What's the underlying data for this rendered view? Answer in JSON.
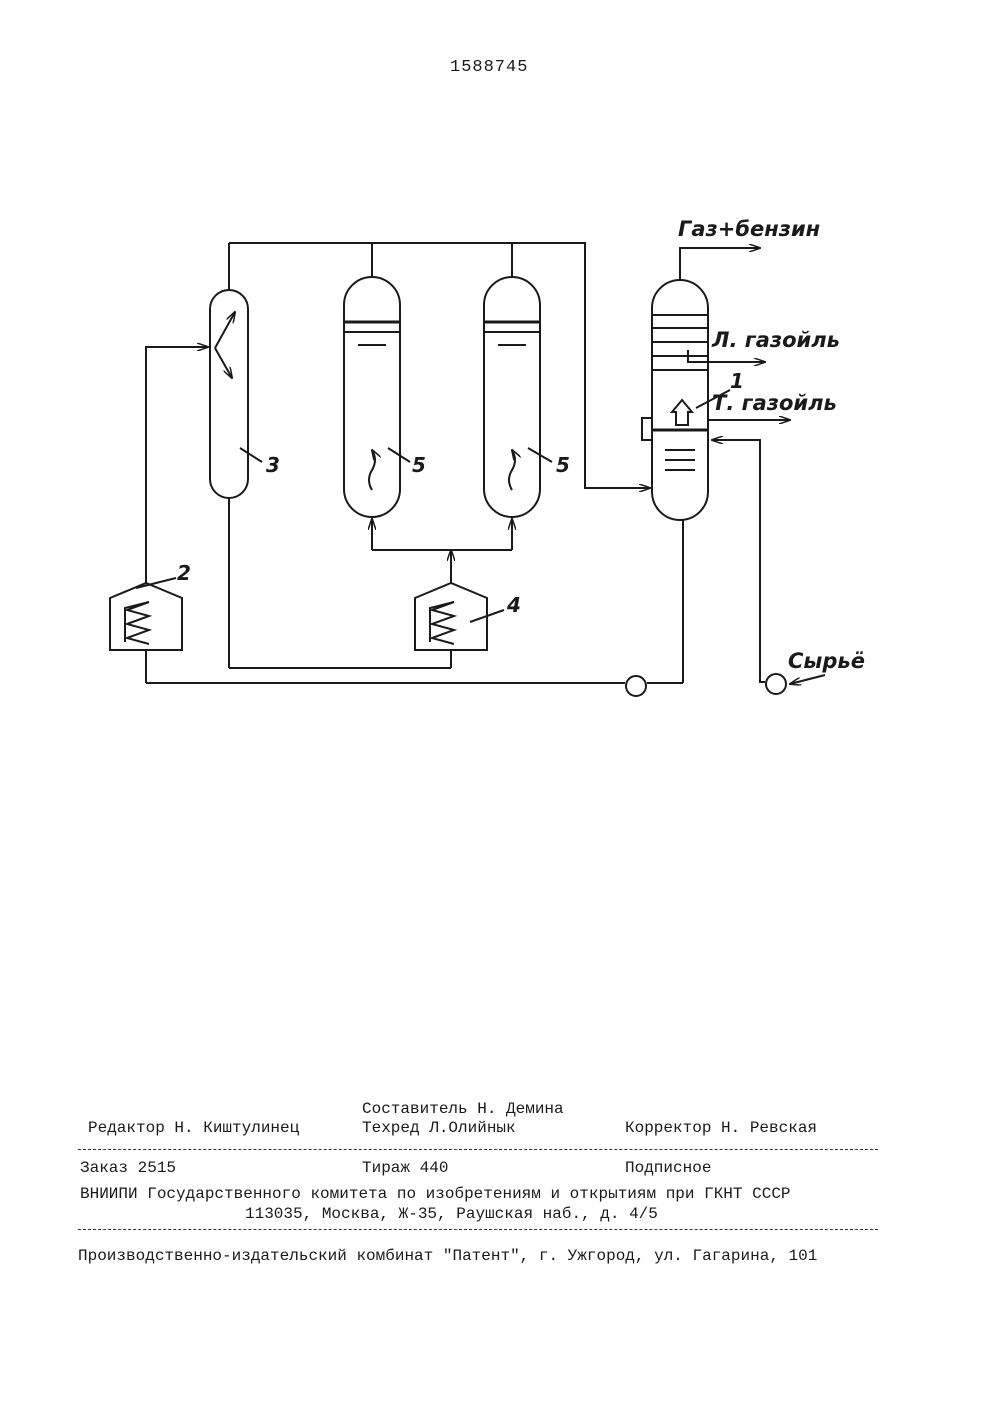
{
  "page_number": "1588745",
  "diagram": {
    "labels": {
      "gas_gasoline": "Газ+бензин",
      "light_gasoil": "Л. газойль",
      "heavy_gasoil": "Т. газойль",
      "feed": "Сырьё"
    },
    "item_numbers": {
      "column": "1",
      "furnace_small": "2",
      "evaporator": "3",
      "furnace_large": "4",
      "coke_chamber_a": "5",
      "coke_chamber_b": "5"
    }
  },
  "imprint": {
    "compiler": "Составитель Н. Демина",
    "editor": "Редактор Н. Киштулинец",
    "techred": "Техред Л.Олийнык",
    "corrector": "Корректор Н. Ревская",
    "order": "Заказ 2515",
    "circulation": "Тираж 440",
    "subscription": "Подписное",
    "institute": "ВНИИПИ Государственного комитета по изобретениям и открытиям при ГКНТ СССР",
    "address": "113035, Москва, Ж-35, Раушская наб., д. 4/5",
    "publisher": "Производственно-издательский комбинат \"Патент\", г. Ужгород, ул. Гагарина, 101"
  }
}
